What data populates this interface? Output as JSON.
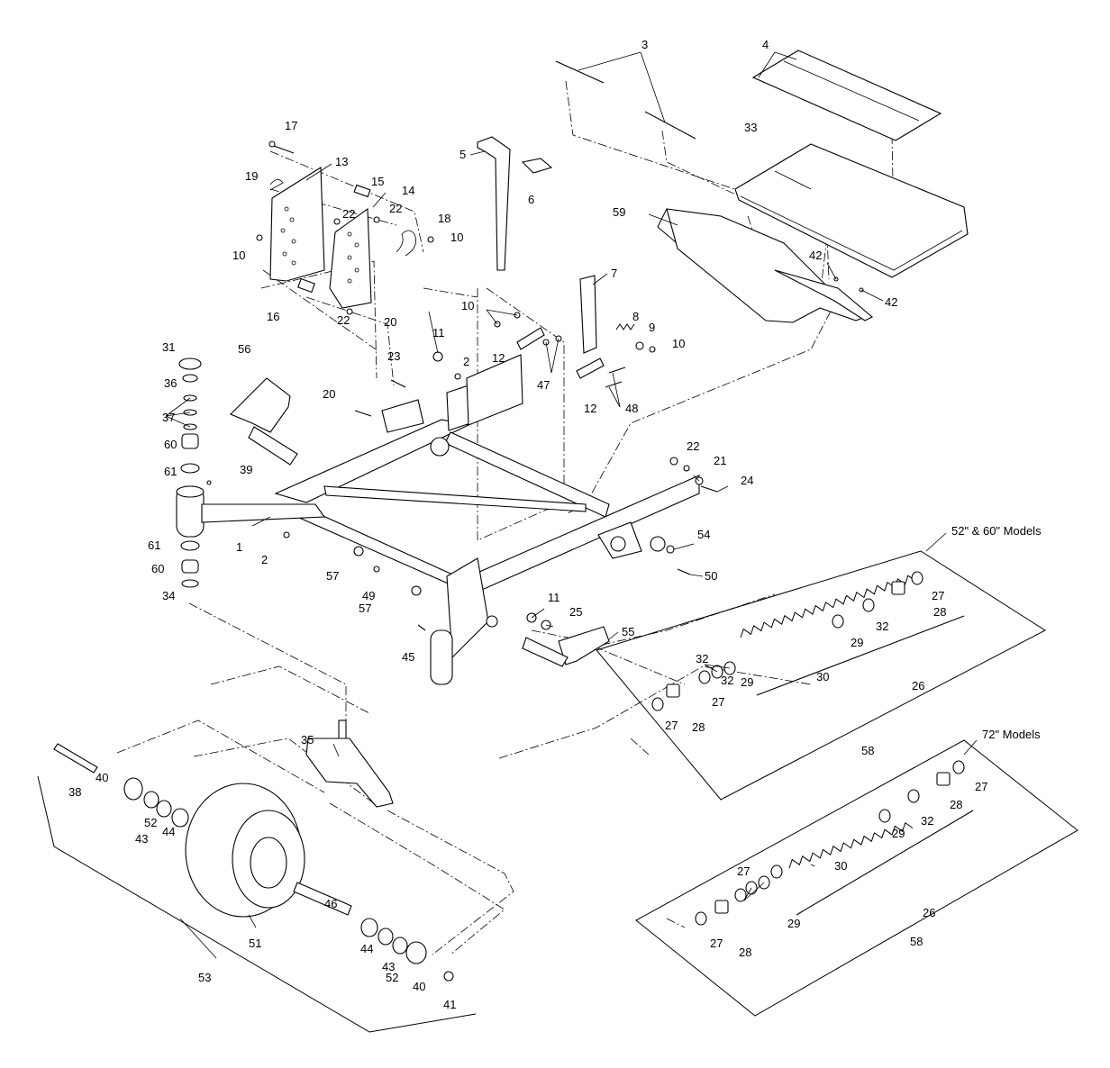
{
  "diagram": {
    "model_labels": {
      "models_52_60": "52\" & 60\" Models",
      "models_72": "72\" Models"
    },
    "callouts": [
      {
        "id": "c1",
        "label": "1"
      },
      {
        "id": "c2a",
        "label": "2"
      },
      {
        "id": "c2b",
        "label": "2"
      },
      {
        "id": "c3",
        "label": "3"
      },
      {
        "id": "c4",
        "label": "4"
      },
      {
        "id": "c5",
        "label": "5"
      },
      {
        "id": "c6",
        "label": "6"
      },
      {
        "id": "c7",
        "label": "7"
      },
      {
        "id": "c8",
        "label": "8"
      },
      {
        "id": "c9",
        "label": "9"
      },
      {
        "id": "c10a",
        "label": "10"
      },
      {
        "id": "c10b",
        "label": "10"
      },
      {
        "id": "c10c",
        "label": "10"
      },
      {
        "id": "c10d",
        "label": "10"
      },
      {
        "id": "c11a",
        "label": "11"
      },
      {
        "id": "c11b",
        "label": "11"
      },
      {
        "id": "c12a",
        "label": "12"
      },
      {
        "id": "c12b",
        "label": "12"
      },
      {
        "id": "c13",
        "label": "13"
      },
      {
        "id": "c14",
        "label": "14"
      },
      {
        "id": "c15",
        "label": "15"
      },
      {
        "id": "c16",
        "label": "16"
      },
      {
        "id": "c17",
        "label": "17"
      },
      {
        "id": "c18",
        "label": "18"
      },
      {
        "id": "c19",
        "label": "19"
      },
      {
        "id": "c20a",
        "label": "20"
      },
      {
        "id": "c20b",
        "label": "20"
      },
      {
        "id": "c21",
        "label": "21"
      },
      {
        "id": "c22a",
        "label": "22"
      },
      {
        "id": "c22b",
        "label": "22"
      },
      {
        "id": "c22c",
        "label": "22"
      },
      {
        "id": "c22d",
        "label": "22"
      },
      {
        "id": "c23",
        "label": "23"
      },
      {
        "id": "c24",
        "label": "24"
      },
      {
        "id": "c25",
        "label": "25"
      },
      {
        "id": "c26a",
        "label": "26"
      },
      {
        "id": "c26b",
        "label": "26"
      },
      {
        "id": "c27a",
        "label": "27"
      },
      {
        "id": "c27b",
        "label": "27"
      },
      {
        "id": "c27c",
        "label": "27"
      },
      {
        "id": "c27d",
        "label": "27"
      },
      {
        "id": "c27e",
        "label": "27"
      },
      {
        "id": "c27f",
        "label": "27"
      },
      {
        "id": "c28a",
        "label": "28"
      },
      {
        "id": "c28b",
        "label": "28"
      },
      {
        "id": "c28c",
        "label": "28"
      },
      {
        "id": "c28d",
        "label": "28"
      },
      {
        "id": "c29a",
        "label": "29"
      },
      {
        "id": "c29b",
        "label": "29"
      },
      {
        "id": "c29c",
        "label": "29"
      },
      {
        "id": "c29d",
        "label": "29"
      },
      {
        "id": "c30a",
        "label": "30"
      },
      {
        "id": "c30b",
        "label": "30"
      },
      {
        "id": "c31",
        "label": "31"
      },
      {
        "id": "c32a",
        "label": "32"
      },
      {
        "id": "c32b",
        "label": "32"
      },
      {
        "id": "c32c",
        "label": "32"
      },
      {
        "id": "c32d",
        "label": "32"
      },
      {
        "id": "c33",
        "label": "33"
      },
      {
        "id": "c34",
        "label": "34"
      },
      {
        "id": "c35",
        "label": "35"
      },
      {
        "id": "c36",
        "label": "36"
      },
      {
        "id": "c37",
        "label": "37"
      },
      {
        "id": "c38",
        "label": "38"
      },
      {
        "id": "c39",
        "label": "39"
      },
      {
        "id": "c40a",
        "label": "40"
      },
      {
        "id": "c40b",
        "label": "40"
      },
      {
        "id": "c41",
        "label": "41"
      },
      {
        "id": "c42a",
        "label": "42"
      },
      {
        "id": "c42b",
        "label": "42"
      },
      {
        "id": "c43a",
        "label": "43"
      },
      {
        "id": "c43b",
        "label": "43"
      },
      {
        "id": "c44a",
        "label": "44"
      },
      {
        "id": "c44b",
        "label": "44"
      },
      {
        "id": "c45",
        "label": "45"
      },
      {
        "id": "c46",
        "label": "46"
      },
      {
        "id": "c47",
        "label": "47"
      },
      {
        "id": "c48",
        "label": "48"
      },
      {
        "id": "c49",
        "label": "49"
      },
      {
        "id": "c50",
        "label": "50"
      },
      {
        "id": "c51",
        "label": "51"
      },
      {
        "id": "c52a",
        "label": "52"
      },
      {
        "id": "c52b",
        "label": "52"
      },
      {
        "id": "c53",
        "label": "53"
      },
      {
        "id": "c54",
        "label": "54"
      },
      {
        "id": "c55",
        "label": "55"
      },
      {
        "id": "c56",
        "label": "56"
      },
      {
        "id": "c57a",
        "label": "57"
      },
      {
        "id": "c57b",
        "label": "57"
      },
      {
        "id": "c58a",
        "label": "58"
      },
      {
        "id": "c58b",
        "label": "58"
      },
      {
        "id": "c59",
        "label": "59"
      },
      {
        "id": "c60a",
        "label": "60"
      },
      {
        "id": "c60b",
        "label": "60"
      },
      {
        "id": "c61a",
        "label": "61"
      },
      {
        "id": "c61b",
        "label": "61"
      }
    ]
  }
}
